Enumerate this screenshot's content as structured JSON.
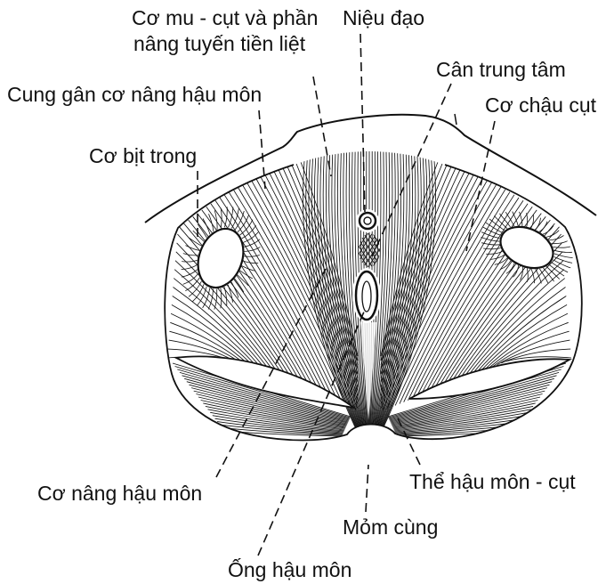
{
  "labels": {
    "pubococcygeus_line1": "Cơ mu - cụt và phần",
    "pubococcygeus_line2": "nâng tuyến tiền liệt",
    "urethra": "Niệu đạo",
    "central_tendon": "Cân trung tâm",
    "tendinous_arch": "Cung gân cơ nâng hậu môn",
    "iliococcygeus": "Cơ chậu cụt",
    "obturator_internus": "Cơ bịt trong",
    "levator_ani": "Cơ nâng hậu môn",
    "anococcygeal_body": "Thể hậu môn - cụt",
    "coccyx_tip": "Mỏm cùng",
    "anal_canal": "Ống hậu môn"
  },
  "colors": {
    "ink": "#111111",
    "background": "#ffffff"
  }
}
